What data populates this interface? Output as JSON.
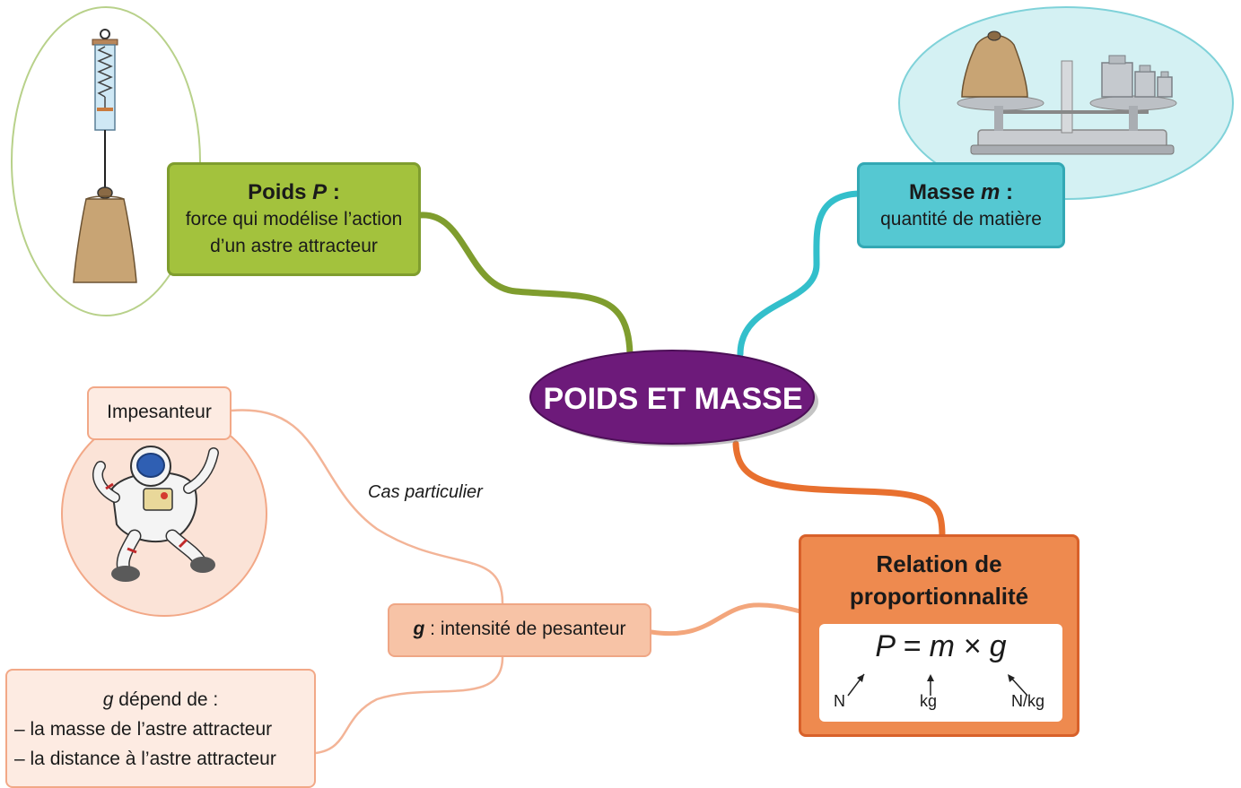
{
  "center": {
    "title": "POIDS ET MASSE"
  },
  "poids": {
    "title": "Poids",
    "symbol": "P",
    "colon": ":",
    "line1": "force qui modélise l’action",
    "line2": "d’un astre attracteur"
  },
  "masse": {
    "title": "Masse",
    "symbol": "m",
    "colon": ":",
    "line1": "quantité de matière"
  },
  "relation": {
    "line1": "Relation de",
    "line2": "proportionnalité",
    "formula": "P = m × g",
    "units": {
      "P": "N",
      "m": "kg",
      "g": "N/kg"
    }
  },
  "g_node": {
    "symbol": "g",
    "text": ": intensité de pesanteur"
  },
  "impesanteur": {
    "label": "Impesanteur"
  },
  "link_label": "Cas particulier",
  "g_depends": {
    "symbol": "g",
    "title": "dépend de :",
    "items": [
      "– la masse de l’astre attracteur",
      "– la distance à l’astre attracteur"
    ]
  },
  "colors": {
    "center": "#6d1a7a",
    "poids": "#a3c23d",
    "masse": "#55c8d2",
    "relation": "#ee8a4f",
    "g_node": "#f7c3a6",
    "light": "#fdebe2"
  },
  "icons": [
    "spring-scale-icon",
    "balance-scale-icon",
    "astronaut-icon"
  ]
}
